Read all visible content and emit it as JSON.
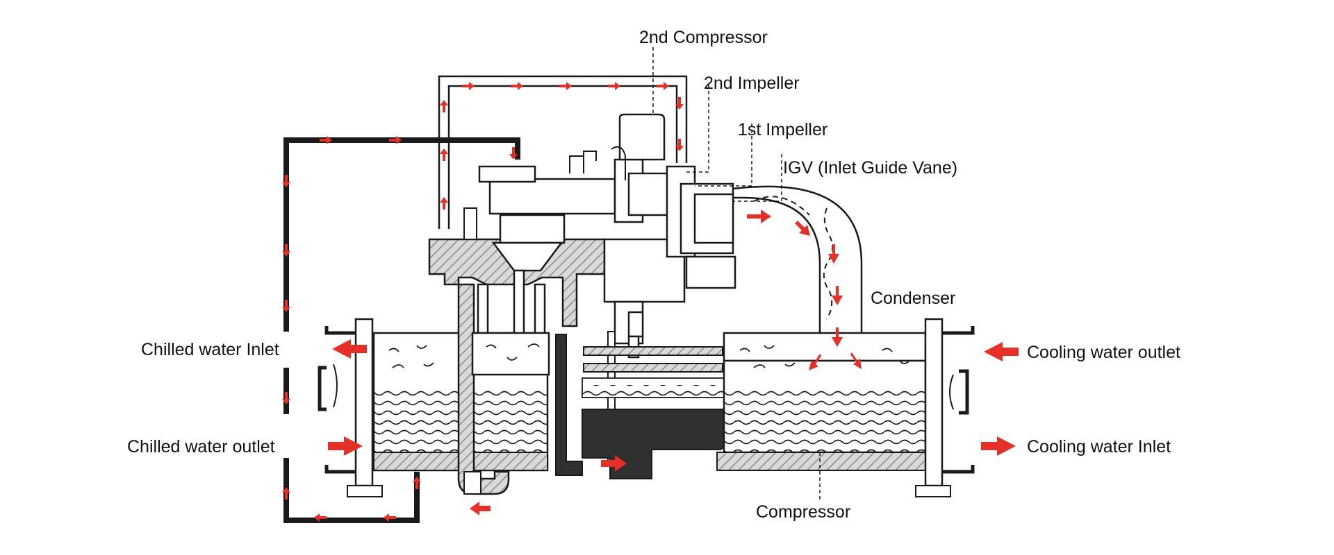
{
  "colors": {
    "arrow": "#e63027",
    "line": "#1a1a1a",
    "hatch": "#8a8a8a",
    "pipe_dark": "#3a3a3a"
  },
  "labels": {
    "second_compressor": "2nd Compressor",
    "second_impeller": "2nd Impeller",
    "first_impeller": "1st Impeller",
    "igv": "IGV (Inlet Guide Vane)",
    "condenser": "Condenser",
    "chilled_water_inlet": "Chilled water Inlet",
    "chilled_water_outlet": "Chilled water outlet",
    "cooling_water_outlet": "Cooling water outlet",
    "cooling_water_inlet": "Cooling water Inlet",
    "compressor": "Compressor"
  }
}
